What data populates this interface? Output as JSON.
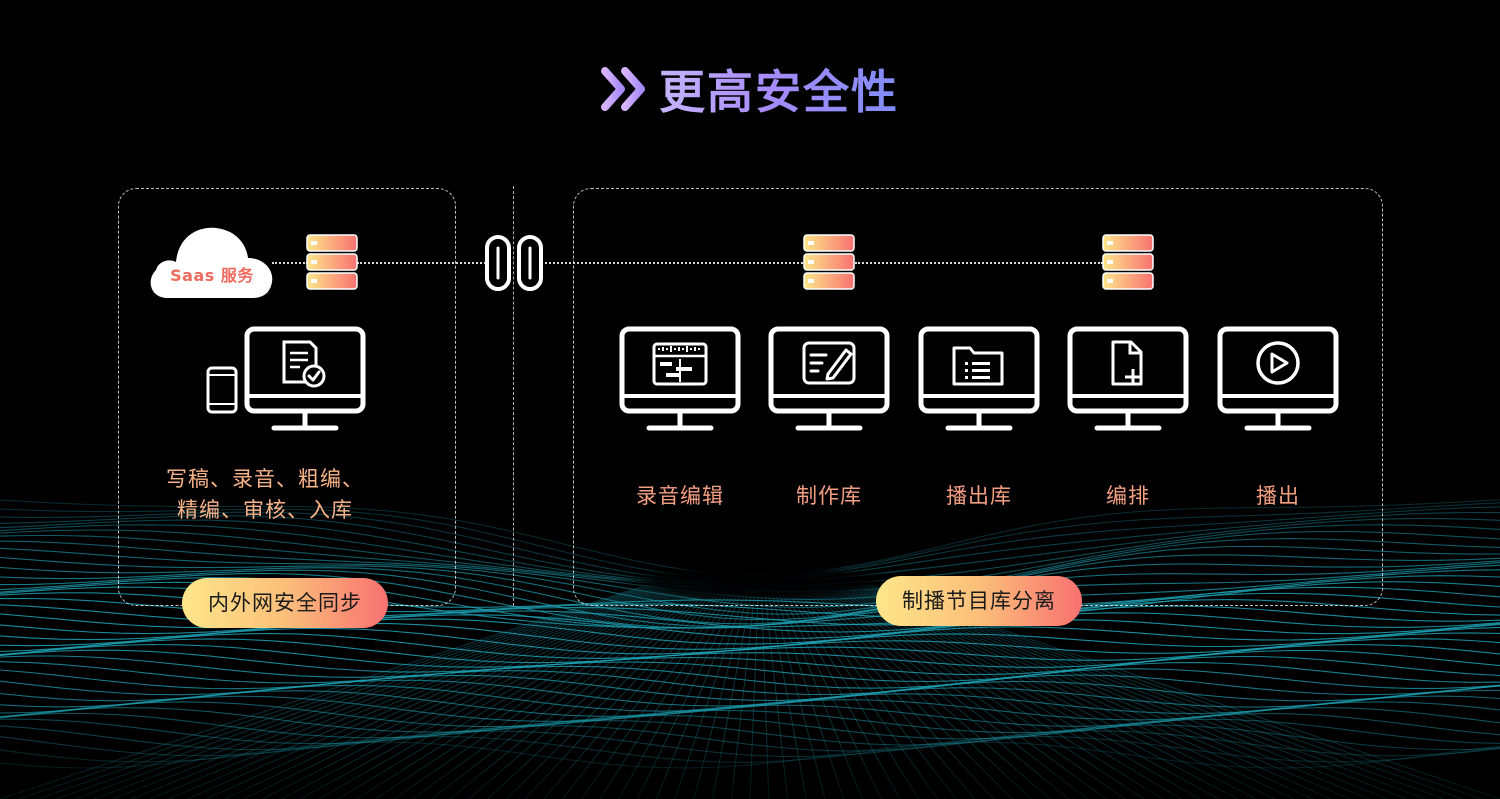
{
  "title": "更高安全性",
  "left_panel": {
    "cloud_label": "Saas 服务",
    "description_line1": "写稿、录音、粗编、",
    "description_line2": "精编、审核、入库",
    "badge": "内外网安全同步"
  },
  "right_panel": {
    "stations": [
      {
        "label": "录音编辑",
        "icon": "audio-edit-icon"
      },
      {
        "label": "制作库",
        "icon": "edit-document-icon"
      },
      {
        "label": "播出库",
        "icon": "folder-list-icon"
      },
      {
        "label": "编排",
        "icon": "add-file-icon"
      },
      {
        "label": "播出",
        "icon": "play-icon"
      }
    ],
    "badge": "制播节目库分离"
  },
  "colors": {
    "title_gradient": [
      "#c4b5fd",
      "#818cf8"
    ],
    "label": "#f59f82",
    "pill_gradient": [
      "#fde68a",
      "#f87171"
    ],
    "wave": "#1fa5b8"
  }
}
